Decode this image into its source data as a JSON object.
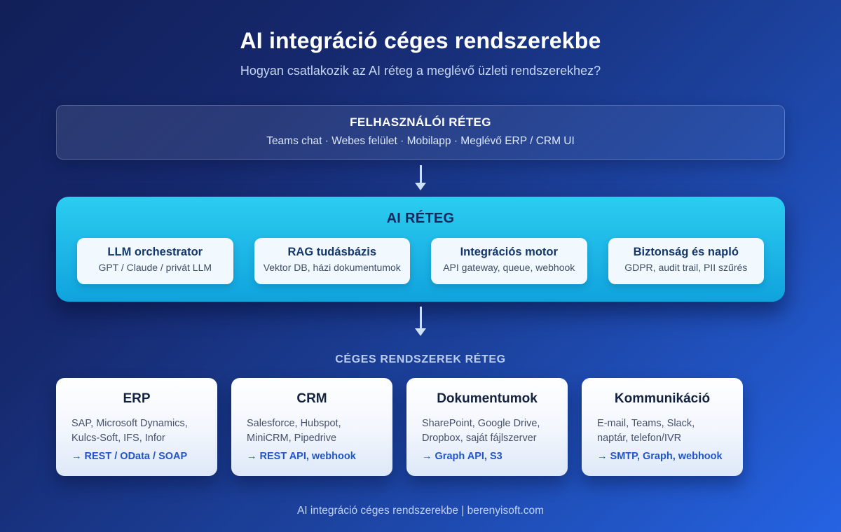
{
  "colors": {
    "background_top_left": "#121f58",
    "background_bottom_right": "#2563e3",
    "ai_box_top": "#2bcdf0",
    "ai_box_bottom": "#0fa3dd",
    "card_title_navy": "#14376b",
    "protocol_blue": "#2156c7",
    "muted_light_blue": "#c6d6f4",
    "arrow": "#cfe0fa"
  },
  "header": {
    "title": "AI integráció céges rendszerekbe",
    "subtitle": "Hogyan csatlakozik az AI réteg a meglévő üzleti rendszerekhez?"
  },
  "user_layer": {
    "title": "FELHASZNÁLÓI RÉTEG",
    "items_line": "Teams chat · Webes felület · Mobilapp · Meglévő ERP / CRM UI"
  },
  "ai_layer": {
    "title": "AI RÉTEG",
    "cards": [
      {
        "title": "LLM orchestrator",
        "subtitle": "GPT / Claude / privát LLM"
      },
      {
        "title": "RAG tudásbázis",
        "subtitle": "Vektor DB, házi dokumentumok"
      },
      {
        "title": "Integrációs motor",
        "subtitle": "API gateway, queue, webhook"
      },
      {
        "title": "Biztonság és napló",
        "subtitle": "GDPR, audit trail, PII szűrés"
      }
    ]
  },
  "systems_layer": {
    "title": "CÉGES RENDSZEREK RÉTEG",
    "cards": [
      {
        "title": "ERP",
        "body": "SAP, Microsoft Dynamics,\nKulcs-Soft, IFS, Infor",
        "protocols": "→ REST / OData / SOAP"
      },
      {
        "title": "CRM",
        "body": "Salesforce, Hubspot,\nMiniCRM, Pipedrive",
        "protocols": "→ REST API, webhook"
      },
      {
        "title": "Dokumentumok",
        "body": "SharePoint, Google Drive,\nDropbox, saját fájlszerver",
        "protocols": "→ Graph API, S3"
      },
      {
        "title": "Kommunikáció",
        "body": "E-mail, Teams, Slack,\nnaptár, telefon/IVR",
        "protocols": "→ SMTP, Graph, webhook"
      }
    ]
  },
  "footer": {
    "text": "AI integráció céges rendszerekbe | berenyisoft.com"
  }
}
